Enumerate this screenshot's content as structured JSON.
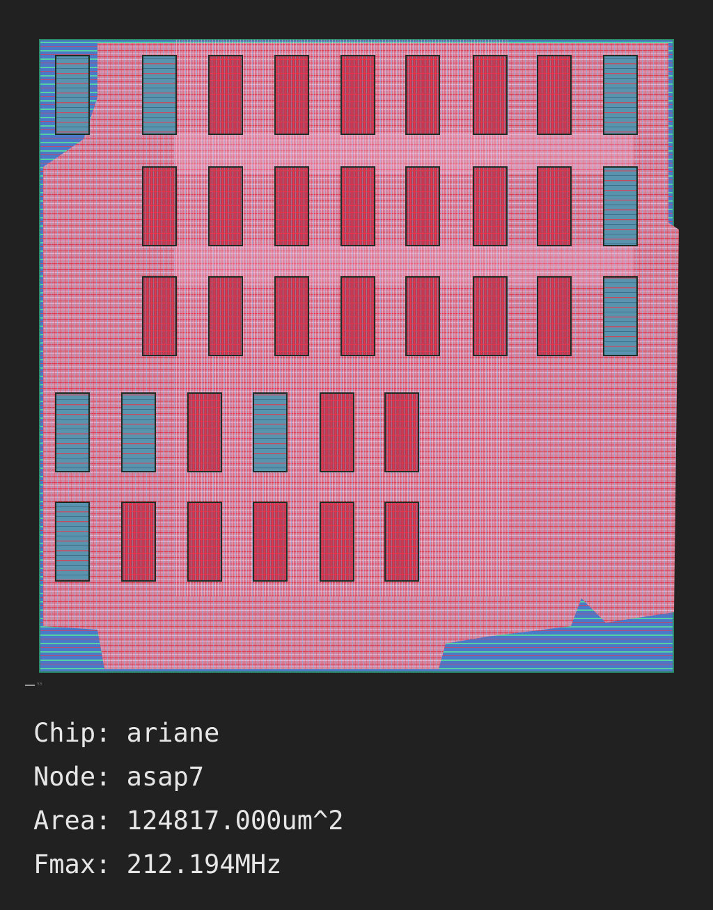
{
  "layout": {
    "design": "ariane",
    "colors": {
      "background": "#212121",
      "die_outline": "#2a8a6a",
      "power_rail_green": "#56d1a6",
      "power_rail_blue": "#4c78c8",
      "routing_red": "#e8364a",
      "routing_pink": "#e79bbf",
      "routing_blue": "#86b4ea",
      "macro_fill": "#5a93ad",
      "macro_border": "#1d2c24"
    },
    "scale_bar_label": "55"
  },
  "info": {
    "chip_label": "Chip:",
    "chip_value": "ariane",
    "node_label": "Node:",
    "node_value": "asap7",
    "area_label": "Area:",
    "area_value": "124817.000um^2",
    "fmax_label": "Fmax:",
    "fmax_value": "212.194MHz"
  }
}
